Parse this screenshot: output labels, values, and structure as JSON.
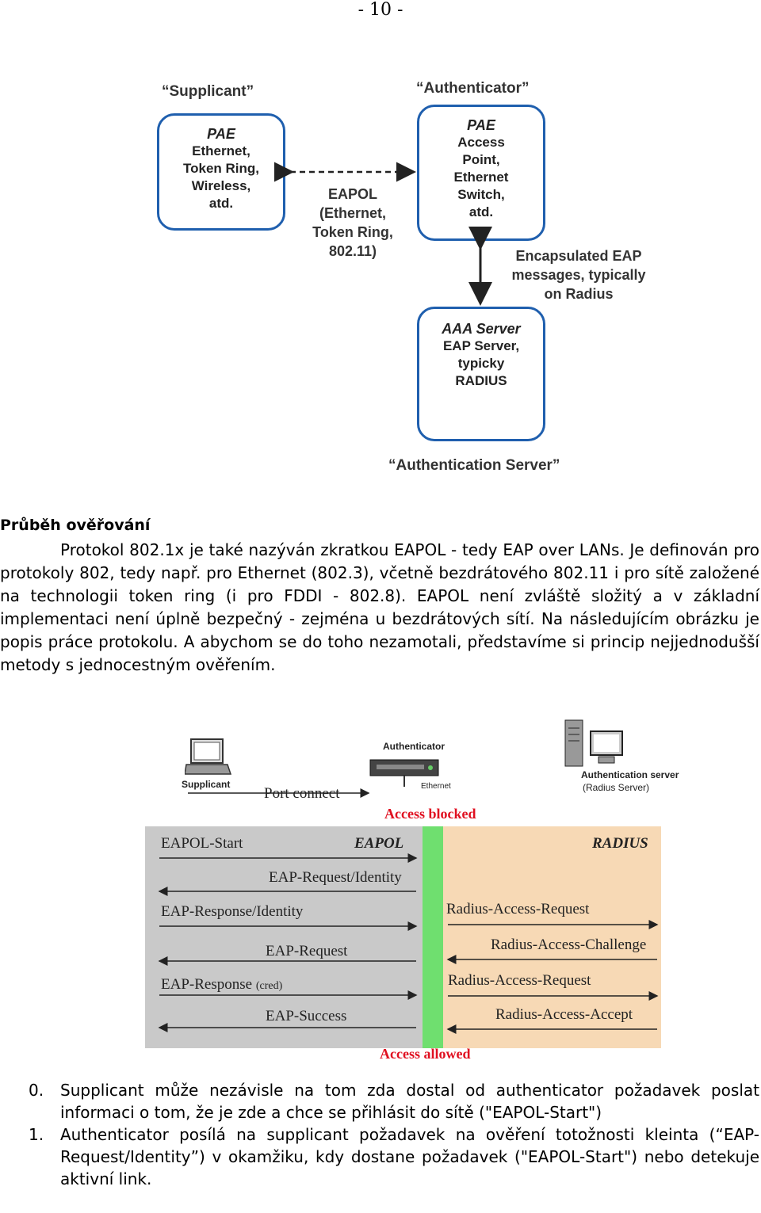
{
  "page_number": "- 10 -",
  "figure1": {
    "supplicant_label": "“Supplicant”",
    "authenticator_label": "“Authenticator”",
    "server_label": "“Authentication Server”",
    "supplicant_box": {
      "title": "PAE",
      "lines": [
        "Ethernet,",
        "Token Ring,",
        "Wireless,",
        "atd."
      ]
    },
    "authenticator_box": {
      "title": "PAE",
      "lines": [
        "Access",
        "Point,",
        "Ethernet",
        "Switch,",
        "atd."
      ]
    },
    "server_box": {
      "title": "AAA Server",
      "lines": [
        "EAP Server,",
        "typicky",
        "RADIUS"
      ]
    },
    "eapol_text": [
      "EAPOL",
      "(Ethernet,",
      "Token Ring,",
      "802.11)"
    ],
    "encap_text": [
      "Encapsulated EAP",
      "messages, typically",
      "on Radius"
    ],
    "box_color": "#1f5fae"
  },
  "heading": "Průběh ověřování",
  "paragraph": "Protokol 802.1x je také nazýván zkratkou EAPOL - tedy EAP over LANs. Je definován pro protokoly 802, tedy např. pro Ethernet (802.3), včetně bezdrátového 802.11 i pro sítě založené na technologii token ring (i pro FDDI - 802.8). EAPOL není zvláště složitý a v základní implementaci není úplně bezpečný - zejména u bezdrátových sítí. Na následujícím obrázku je popis práce protokolu. A abychom se do toho nezamotali, představíme si princip nejjednodušší metody s jednocestným ověřením.",
  "figure2": {
    "supplicant": "Supplicant",
    "authenticator": "Authenticator",
    "auth_server": "Authentication server",
    "radius_server": "(Radius Server)",
    "port_connect": "Port connect",
    "ethernet": "Ethernet",
    "access_blocked": "Access blocked",
    "access_allowed": "Access allowed",
    "eapol_lane": "EAPOL",
    "radius_lane": "RADIUS",
    "left_msgs": [
      "EAPOL-Start",
      "EAP-Request/Identity",
      "EAP-Response/Identity",
      "EAP-Request",
      "EAP-Response",
      "EAP-Success"
    ],
    "cred": "(cred)",
    "right_msgs": [
      "Radius-Access-Request",
      "Radius-Access-Challenge",
      "Radius-Access-Request",
      "Radius-Access-Accept"
    ],
    "colors": {
      "eapol": "#c9c9c9",
      "radius": "#f7d9b5",
      "divider": "#6fdf6f",
      "alert": "#e01020"
    }
  },
  "list": [
    {
      "n": "0.",
      "text": "Supplicant může nezávisle na tom zda dostal od authenticator požadavek poslat informaci o tom, že je zde a chce se přihlásit do sítě (\"EAPOL-Start\")"
    },
    {
      "n": "1.",
      "text": "Authenticator posílá na supplicant požadavek na ověření totožnosti kleinta (“EAP-Request/Identity”) v okamžiku, kdy dostane požadavek (\"EAPOL-Start\") nebo detekuje aktivní link."
    }
  ]
}
